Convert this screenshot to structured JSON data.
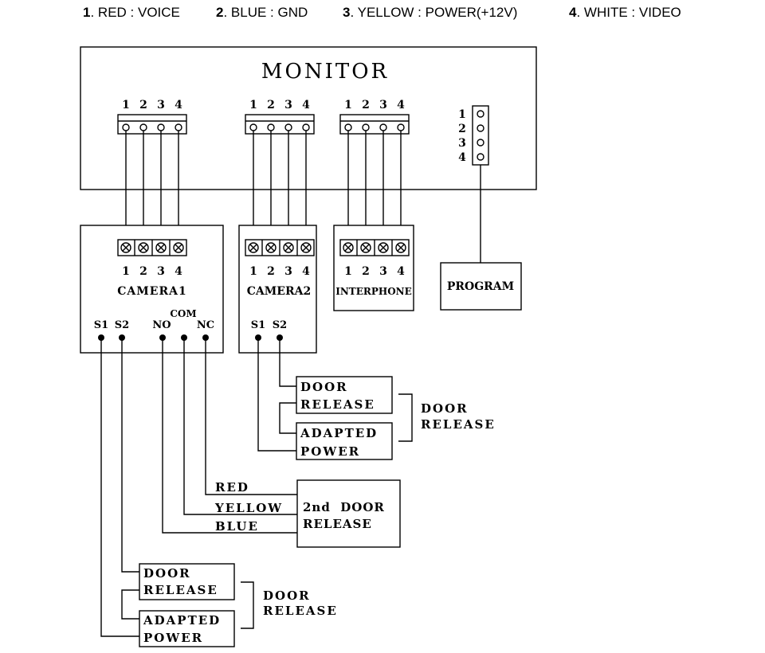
{
  "legend": {
    "items": [
      {
        "num": "1",
        "text": ". RED : VOICE"
      },
      {
        "num": "2",
        "text": ". BLUE : GND"
      },
      {
        "num": "3",
        "text": ". YELLOW : POWER(+12V)"
      },
      {
        "num": "4",
        "text": ". WHITE : VIDEO"
      }
    ]
  },
  "monitor": {
    "title": "MONITOR",
    "pins": [
      "1",
      "2",
      "3",
      "4"
    ]
  },
  "camera1": {
    "label": "CAMERA1",
    "pins": [
      "1",
      "2",
      "3",
      "4"
    ],
    "com": "COM",
    "terminals": [
      "S1",
      "S2",
      "NO",
      "NC"
    ]
  },
  "camera2": {
    "label": "CAMERA2",
    "pins": [
      "1",
      "2",
      "3",
      "4"
    ],
    "terminals": [
      "S1",
      "S2"
    ]
  },
  "interphone": {
    "label": "INTERPHONE",
    "pins": [
      "1",
      "2",
      "3",
      "4"
    ]
  },
  "program": {
    "label": "PROGRAM"
  },
  "release_cam2": {
    "door_box": [
      "DOOR",
      "RELEASE"
    ],
    "power_box": [
      "ADAPTED",
      "POWER"
    ],
    "group_label": [
      "DOOR",
      "RELEASE"
    ]
  },
  "second_door": {
    "wires": [
      "RED",
      "YELLOW",
      "BLUE"
    ],
    "box": [
      "2nd  DOOR",
      "RELEASE"
    ]
  },
  "release_cam1": {
    "door_box": [
      "DOOR",
      "RELEASE"
    ],
    "power_box": [
      "ADAPTED",
      "POWER"
    ],
    "group_label": [
      "DOOR",
      "RELEASE"
    ]
  },
  "colors": {
    "ink": "#000000",
    "background": "#ffffff"
  }
}
